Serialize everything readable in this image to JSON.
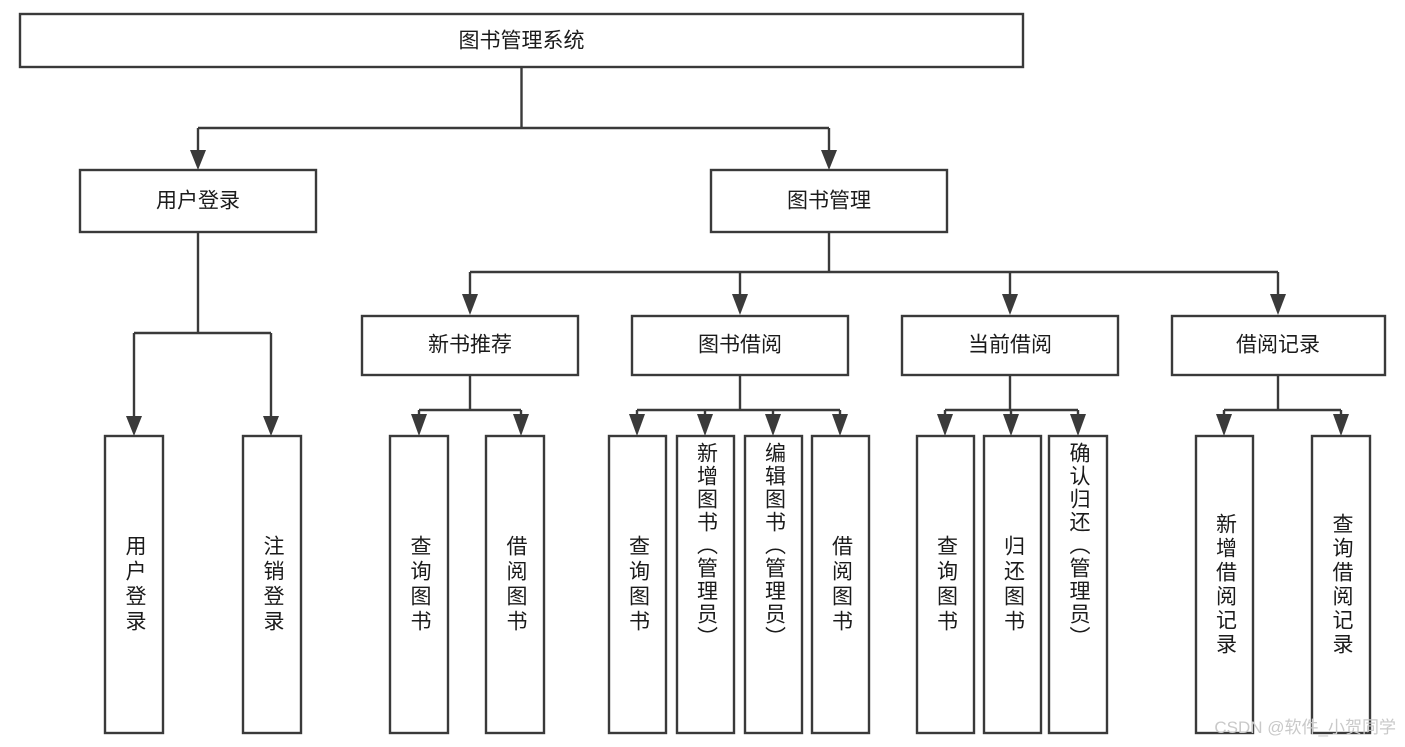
{
  "diagram": {
    "type": "hierarchy-tree",
    "title": "图书管理系统",
    "orientation": "top-down",
    "levels": 4,
    "colors": {
      "box_fill": "#ffffff",
      "box_stroke": "#3a3a3a",
      "connector": "#3a3a3a",
      "text": "#1b1b1b",
      "watermark": "#c9c9c9",
      "background": "#ffffff"
    }
  },
  "root": {
    "label": "图书管理系统"
  },
  "level2": [
    {
      "label": "用户登录"
    },
    {
      "label": "图书管理"
    }
  ],
  "level3": [
    {
      "label": "新书推荐"
    },
    {
      "label": "图书借阅"
    },
    {
      "label": "当前借阅"
    },
    {
      "label": "借阅记录"
    }
  ],
  "leaves": {
    "user_login": [
      {
        "label": "用户登录"
      },
      {
        "label": "注销登录"
      }
    ],
    "new_book_recommend": [
      {
        "label": "查询图书"
      },
      {
        "label": "借阅图书"
      }
    ],
    "book_borrow": [
      {
        "label": "查询图书"
      },
      {
        "label": "新增图书（管理员）"
      },
      {
        "label": "编辑图书（管理员）"
      },
      {
        "label": "借阅图书"
      }
    ],
    "current_borrow": [
      {
        "label": "查询图书"
      },
      {
        "label": "归还图书"
      },
      {
        "label": "确认归还（管理员）"
      }
    ],
    "borrow_record": [
      {
        "label": "新增借阅记录"
      },
      {
        "label": "查询借阅记录"
      }
    ]
  },
  "watermark": {
    "text": "CSDN @软件_小贺同学"
  }
}
